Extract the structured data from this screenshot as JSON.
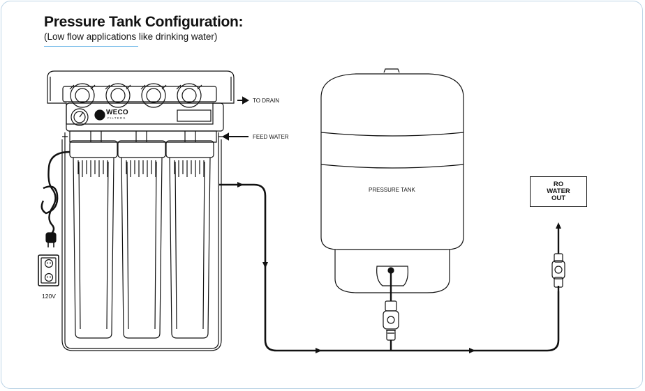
{
  "title": "Pressure Tank Configuration:",
  "subtitle": "(Low flow applications like drinking water)",
  "labels": {
    "to_drain": "TO DRAIN",
    "feed_water": "FEED WATER",
    "pressure_tank": "PRESSURE TANK",
    "voltage": "120V",
    "ro_water_out": [
      "RO",
      "WATER",
      "OUT"
    ]
  },
  "brand": {
    "name": "WECO",
    "sub": "FILTERS"
  },
  "colors": {
    "line": "#111111",
    "accent": "#6fb8e8",
    "frame": "#bcd4e6"
  }
}
